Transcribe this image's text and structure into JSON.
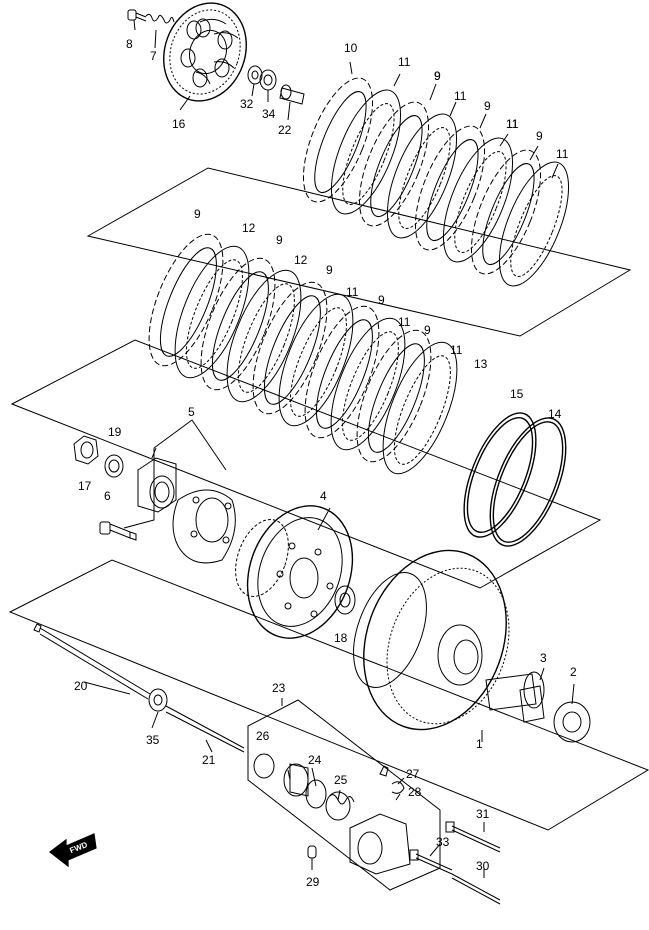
{
  "diagram": {
    "fwd_label": "FWD",
    "parts": [
      {
        "id": "p1",
        "label": "1"
      },
      {
        "id": "p2",
        "label": "2"
      },
      {
        "id": "p3",
        "label": "3"
      },
      {
        "id": "p4",
        "label": "4"
      },
      {
        "id": "p5",
        "label": "5"
      },
      {
        "id": "p6",
        "label": "6"
      },
      {
        "id": "p7",
        "label": "7"
      },
      {
        "id": "p8",
        "label": "8"
      },
      {
        "id": "p9a",
        "label": "9"
      },
      {
        "id": "p9b",
        "label": "9"
      },
      {
        "id": "p9c",
        "label": "9"
      },
      {
        "id": "p9d",
        "label": "9"
      },
      {
        "id": "p9e",
        "label": "9"
      },
      {
        "id": "p9f",
        "label": "9"
      },
      {
        "id": "p9g",
        "label": "9"
      },
      {
        "id": "p9h",
        "label": "9"
      },
      {
        "id": "p9i",
        "label": "9"
      },
      {
        "id": "p10",
        "label": "10"
      },
      {
        "id": "p11a",
        "label": "11"
      },
      {
        "id": "p11b",
        "label": "11"
      },
      {
        "id": "p11c",
        "label": "11"
      },
      {
        "id": "p11d",
        "label": "11"
      },
      {
        "id": "p11e",
        "label": "11"
      },
      {
        "id": "p11f",
        "label": "11"
      },
      {
        "id": "p11g",
        "label": "11"
      },
      {
        "id": "p11h",
        "label": "11"
      },
      {
        "id": "p12a",
        "label": "12"
      },
      {
        "id": "p12b",
        "label": "12"
      },
      {
        "id": "p13",
        "label": "13"
      },
      {
        "id": "p14",
        "label": "14"
      },
      {
        "id": "p15",
        "label": "15"
      },
      {
        "id": "p16",
        "label": "16"
      },
      {
        "id": "p17",
        "label": "17"
      },
      {
        "id": "p18",
        "label": "18"
      },
      {
        "id": "p19",
        "label": "19"
      },
      {
        "id": "p20",
        "label": "20"
      },
      {
        "id": "p21",
        "label": "21"
      },
      {
        "id": "p22",
        "label": "22"
      },
      {
        "id": "p23",
        "label": "23"
      },
      {
        "id": "p24",
        "label": "24"
      },
      {
        "id": "p25",
        "label": "25"
      },
      {
        "id": "p26",
        "label": "26"
      },
      {
        "id": "p27",
        "label": "27"
      },
      {
        "id": "p28",
        "label": "28"
      },
      {
        "id": "p29",
        "label": "29"
      },
      {
        "id": "p30",
        "label": "30"
      },
      {
        "id": "p31",
        "label": "31"
      },
      {
        "id": "p32",
        "label": "32"
      },
      {
        "id": "p33",
        "label": "33"
      },
      {
        "id": "p34",
        "label": "34"
      },
      {
        "id": "p35",
        "label": "35"
      }
    ]
  }
}
